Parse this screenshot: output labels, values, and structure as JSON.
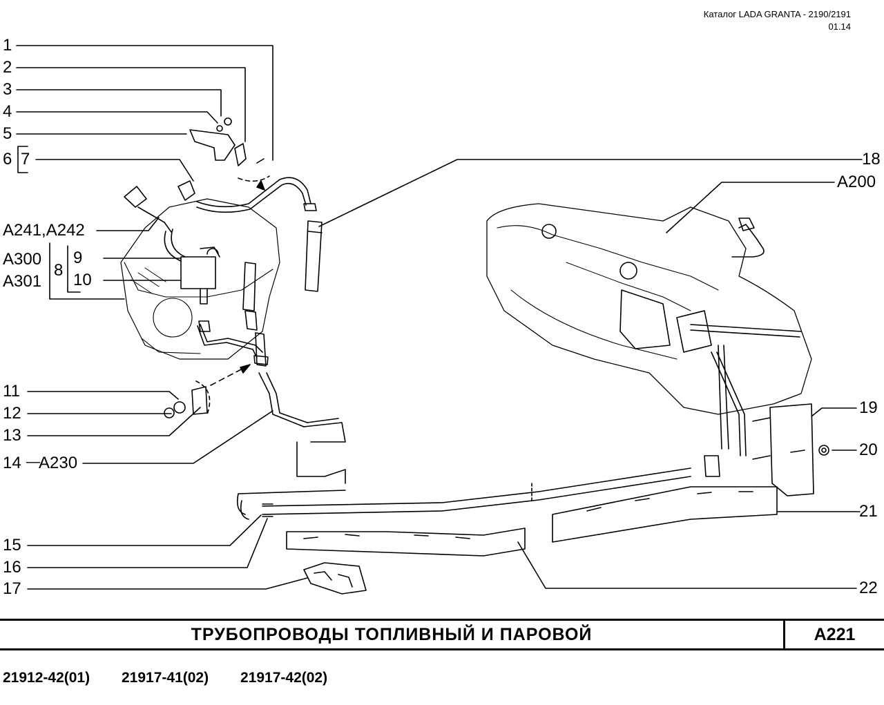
{
  "header": {
    "catalog": "Каталог  LADA  GRANTA - 2190/2191",
    "date": "01.14"
  },
  "callouts": {
    "c1": "1",
    "c2": "2",
    "c3": "3",
    "c4": "4",
    "c5": "5",
    "c6": "6",
    "c7": "7",
    "c8": "8",
    "c9": "9",
    "c10": "10",
    "c11": "11",
    "c12": "12",
    "c13": "13",
    "c14": "14",
    "c15": "15",
    "c16": "16",
    "c17": "17",
    "c18": "18",
    "c19": "19",
    "c20": "20",
    "c21": "21",
    "c22": "22",
    "a241": "A241,A242",
    "a300": "A300",
    "a301": "A301",
    "a230": "A230",
    "a200": "A200"
  },
  "title": {
    "text": "ТРУБОПРОВОДЫ  ТОПЛИВНЫЙ  И  ПАРОВОЙ",
    "code": "A221"
  },
  "models": [
    "21912-42(01)",
    "21917-41(02)",
    "21917-42(02)"
  ]
}
